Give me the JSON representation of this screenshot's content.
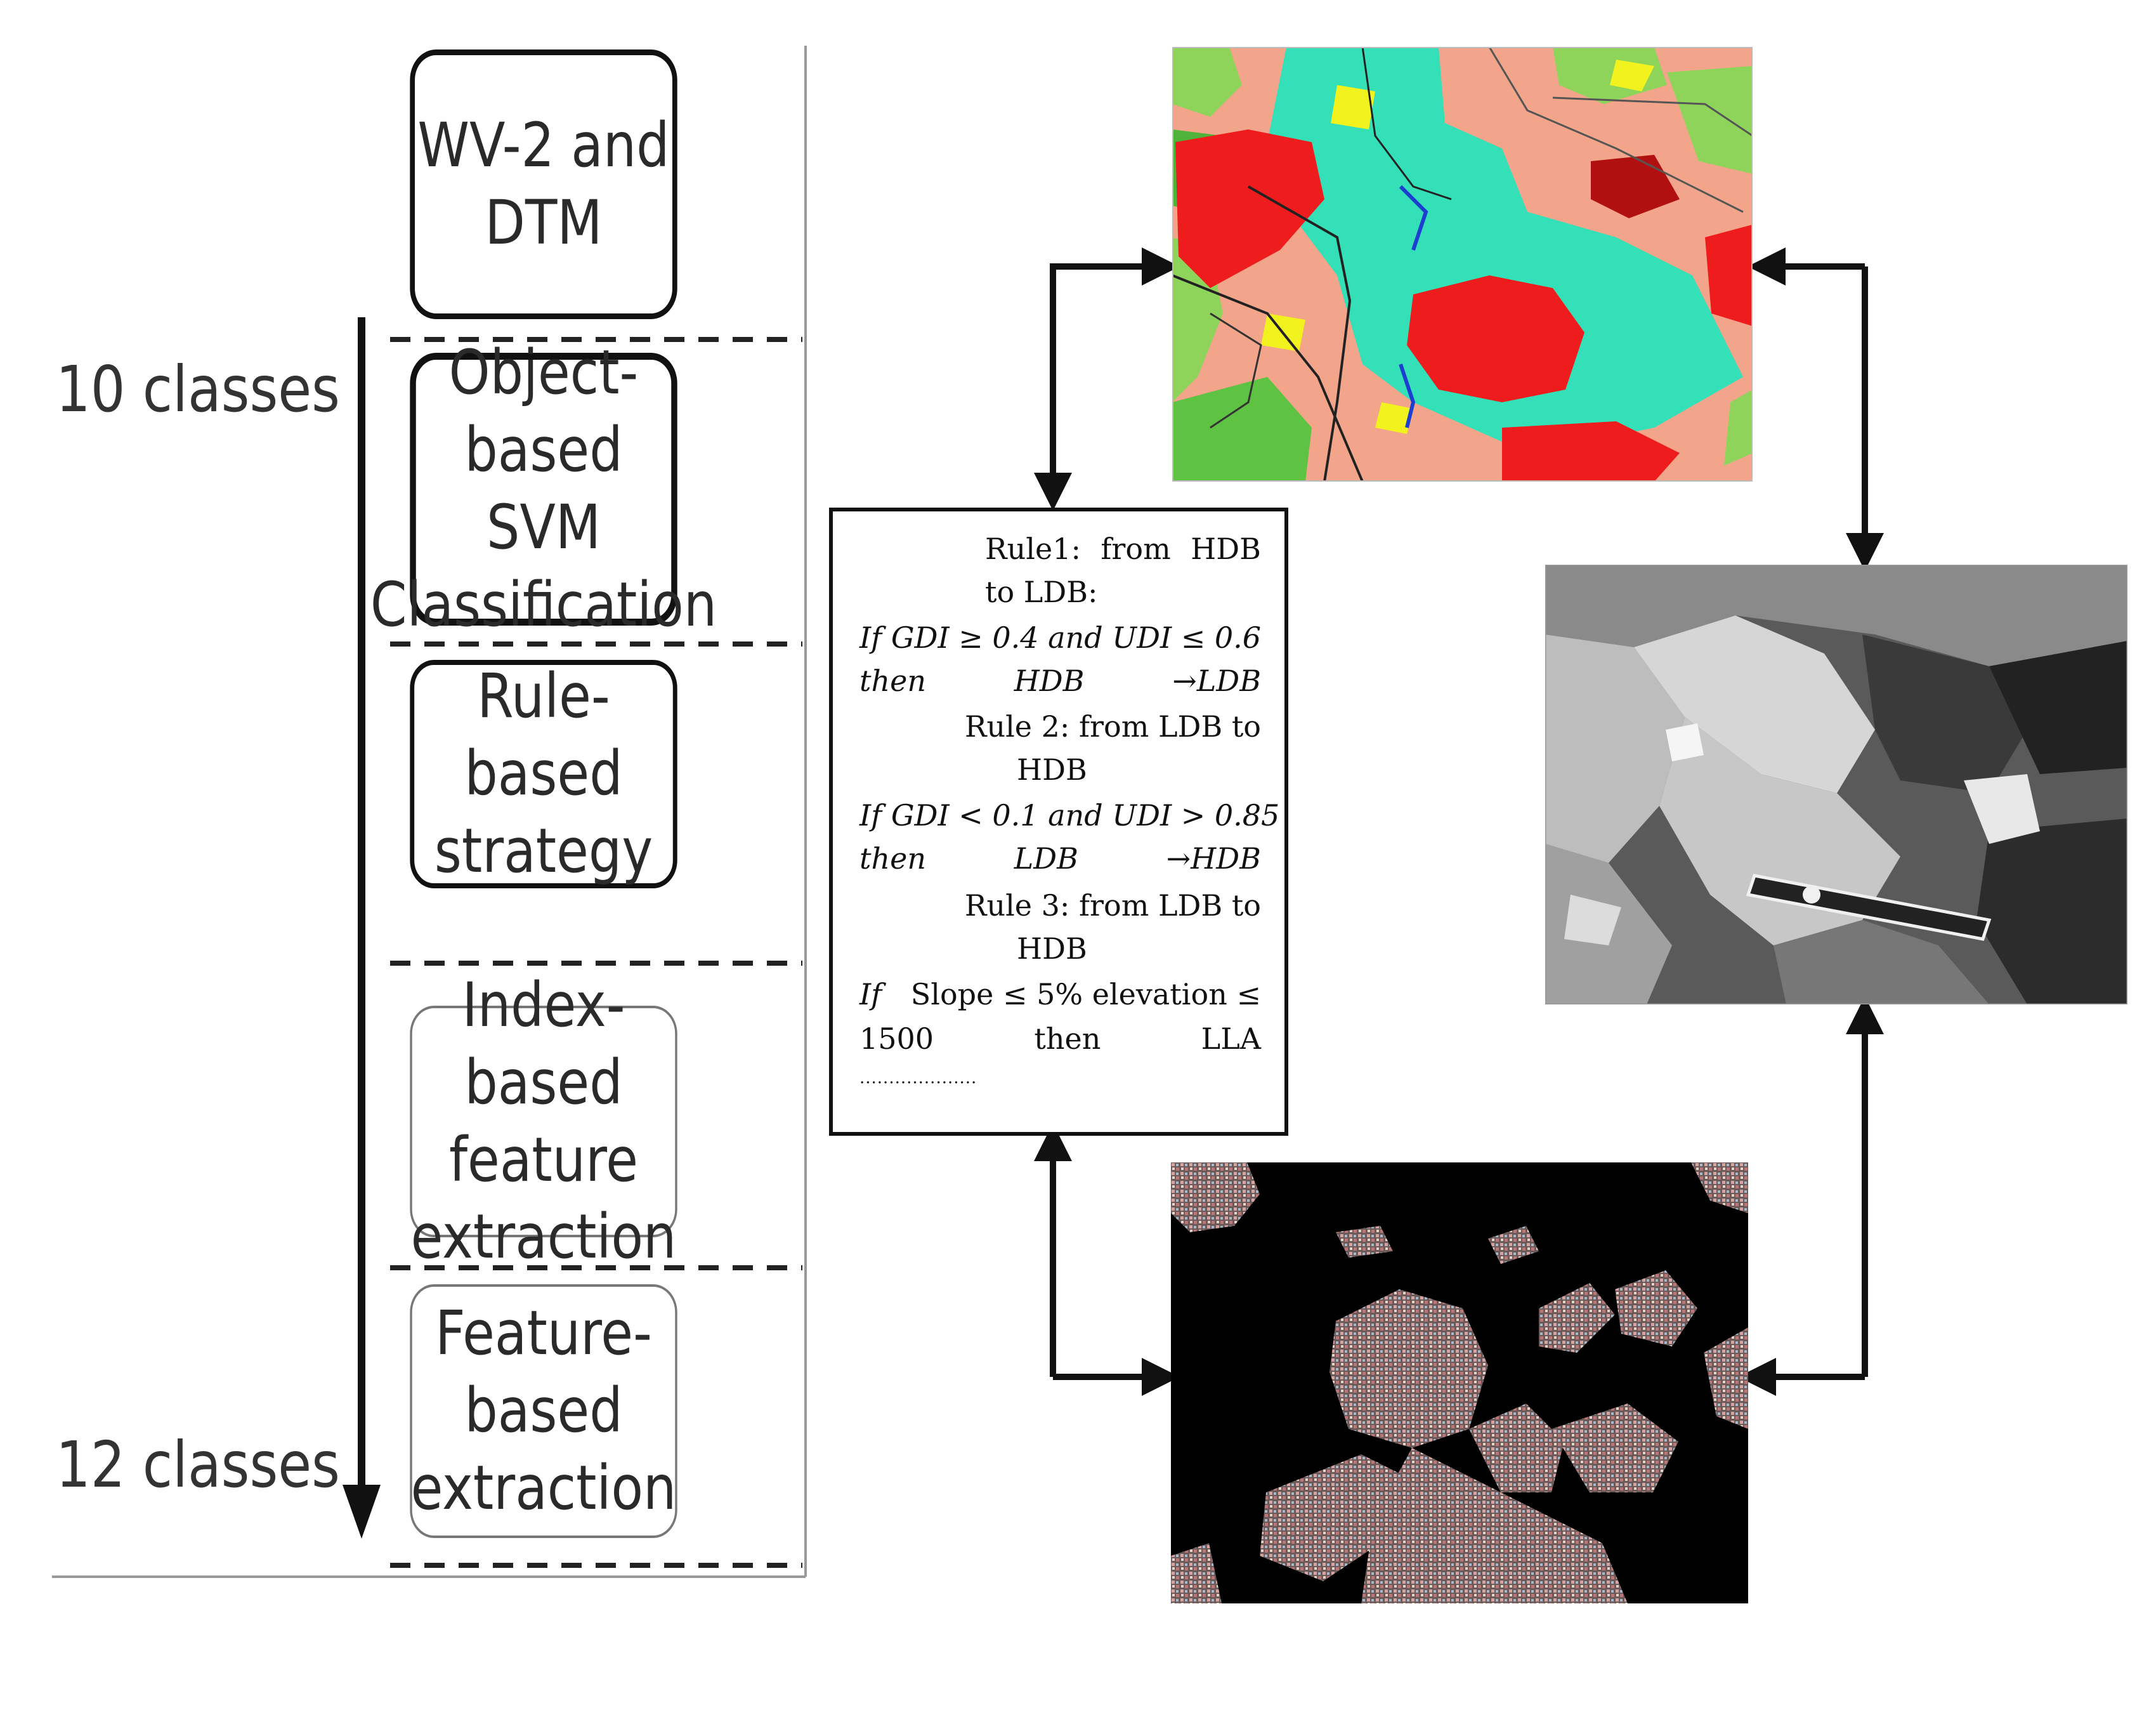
{
  "workflow": {
    "steps": [
      {
        "text": "WV-2 and\nDTM"
      },
      {
        "text": "Object-based\nSVM\nClassification"
      },
      {
        "text": "Rule-based\nstrategy"
      },
      {
        "text": "Index-based\nfeature\nextraction"
      },
      {
        "text": "Feature-\nbased\nextraction"
      }
    ],
    "class_start": "10 classes",
    "class_end": "12 classes"
  },
  "rules": {
    "r1_head_a": "Rule1:",
    "r1_head_b": "from",
    "r1_head_c": "HDB",
    "r1_head_d": "to LDB:",
    "r1_cond": "If GDI ≥ 0.4 and UDI ≤ 0.6",
    "r1_then": "then",
    "r1_from": "HDB",
    "r1_to": "→LDB",
    "r2_head": "Rule 2: from LDB to",
    "r2_head_b": "HDB",
    "r2_cond": "If GDI < 0.1 and UDI > 0.85",
    "r2_then": "then",
    "r2_from": "LDB",
    "r2_to": "→HDB",
    "r3_head": "Rule 3: from LDB to",
    "r3_head_b": "HDB",
    "r3_if": "If",
    "r3_cond": "Slope ≤ 5% elevation ≤",
    "r3_val": "1500",
    "r3_then": "then",
    "r3_to": "LLA",
    "ellipsis": "...................."
  },
  "colors": {
    "landcover_cyan": "#33e0b8",
    "landcover_salmon": "#f2a58a",
    "landcover_red": "#ee1c1c",
    "landcover_green": "#8fd45a",
    "landcover_yellow": "#f2f21e"
  }
}
